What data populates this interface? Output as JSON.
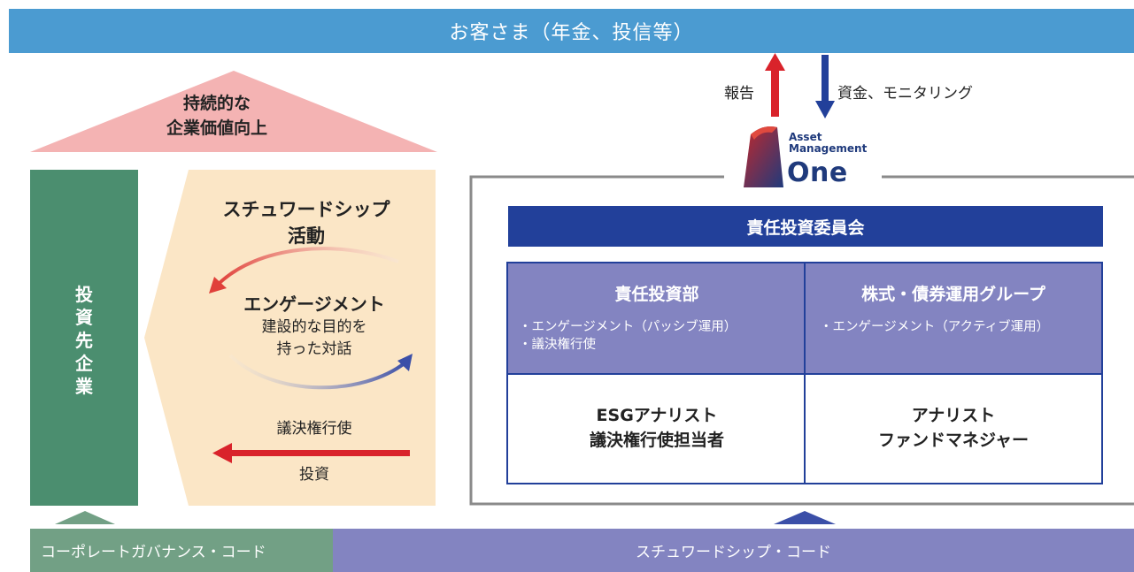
{
  "header": {
    "clients": "お客さま（年金、投信等）"
  },
  "goal": {
    "line1": "持続的な",
    "line2": "企業価値向上"
  },
  "investee": {
    "label": "投資先企業",
    "chars": [
      "投",
      "資",
      "先",
      "企",
      "業"
    ]
  },
  "stewardship": {
    "title_line1": "スチュワードシップ",
    "title_line2": "活動",
    "engagement_title": "エンゲージメント",
    "engagement_desc_line1": "建設的な目的を",
    "engagement_desc_line2": "持った対話",
    "voting": "議決権行使",
    "investment": "投資"
  },
  "flows": {
    "report": "報告",
    "funds": "資金、モニタリング"
  },
  "logo": {
    "line1": "Asset",
    "line2": "Management",
    "line3": "One"
  },
  "committee": {
    "label": "責任投資委員会"
  },
  "departments": [
    {
      "title": "責任投資部",
      "bullets": [
        "・エンゲージメント（パッシブ運用）",
        "・議決権行使"
      ],
      "staff_line1": "ESGアナリスト",
      "staff_line2": "議決権行使担当者"
    },
    {
      "title": "株式・債券運用グループ",
      "bullets": [
        "・エンゲージメント（アクティブ運用）"
      ],
      "staff_line1": "アナリスト",
      "staff_line2": "ファンドマネジャー"
    }
  ],
  "codes": {
    "corporate": "コーポレートガバナンス・コード",
    "stewardship": "スチュワードシップ・コード"
  },
  "colors": {
    "banner": "#4b9bd1",
    "company": "#4b8e6f",
    "goal_triangle": "#f4b3b3",
    "stewardship_panel": "#fbe6c6",
    "committee": "#22409a",
    "dept": "#8384c1",
    "red_arrow": "#d9232b",
    "blue_arrow": "#22409a",
    "code_green": "#72a085",
    "code_purple": "#8384c1"
  }
}
